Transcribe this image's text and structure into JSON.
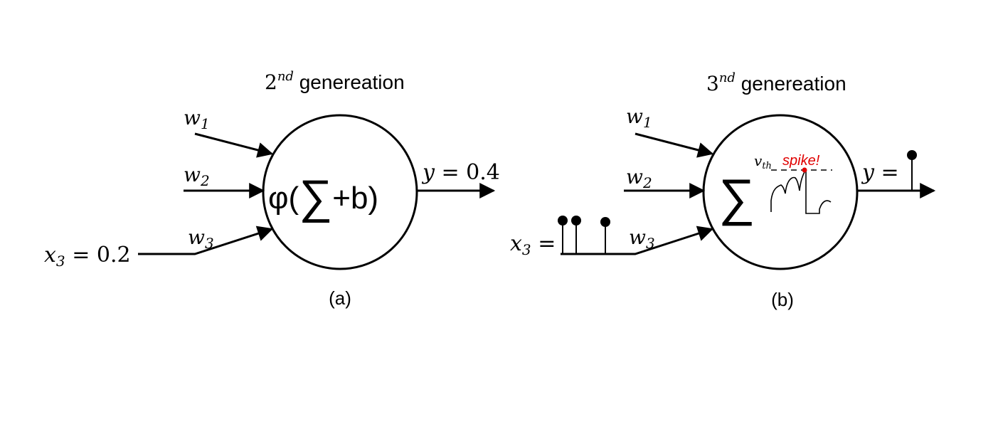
{
  "panel_a": {
    "title_base": "2",
    "title_sup": "nd",
    "title_rest": " genereation",
    "inputs": {
      "w1": "w",
      "w1_sub": "1",
      "w2": "w",
      "w2_sub": "2",
      "w3": "w",
      "w3_sub": "3"
    },
    "x3_var": "x",
    "x3_sub": "3",
    "x3_eq": " = 0.2",
    "neuron_prefix": "φ(",
    "neuron_sigma": "∑",
    "neuron_suffix": "+b)",
    "output_var": "y",
    "output_eq": " = 0.4",
    "caption": "(a)"
  },
  "panel_b": {
    "title_base": "3",
    "title_sup": "nd",
    "title_rest": " genereation",
    "inputs": {
      "w1": "w",
      "w1_sub": "1",
      "w2": "w",
      "w2_sub": "2",
      "w3": "w",
      "w3_sub": "3"
    },
    "x3_var": "x",
    "x3_sub": "3",
    "x3_eq": " =",
    "neuron_sigma": "∑",
    "vth_var": "v",
    "vth_sub": "th",
    "spike_label": "spike!",
    "output_var": "y",
    "output_eq": " =",
    "caption": "(b)"
  },
  "colors": {
    "stroke": "#000000",
    "spike": "#e00000"
  }
}
